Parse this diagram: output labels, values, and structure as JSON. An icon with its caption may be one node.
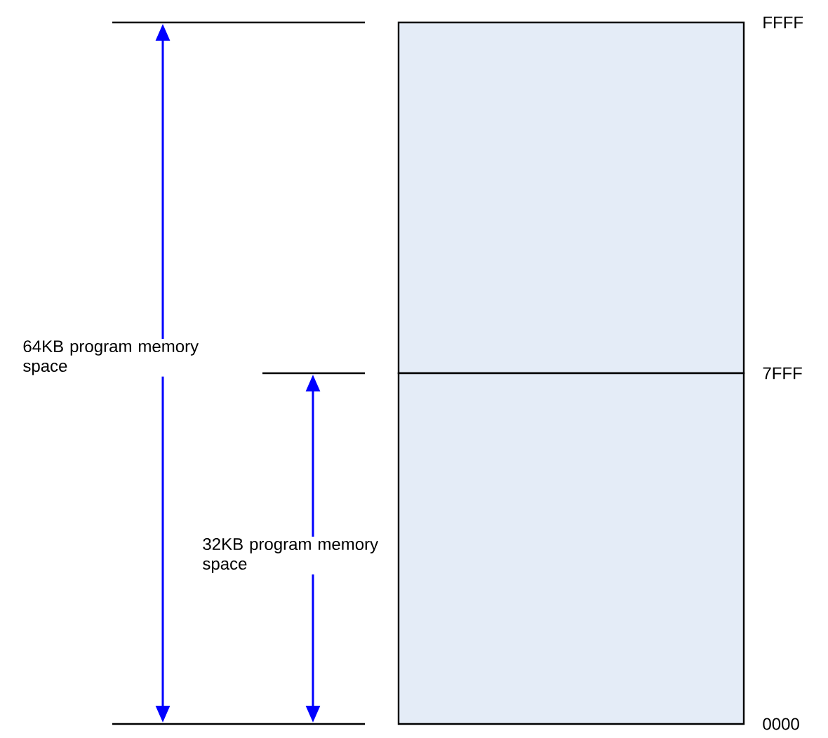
{
  "diagram": {
    "nodes": [
      {
        "text": [],
        "shape": "box"
      },
      {
        "text": [],
        "shape": "box"
      }
    ],
    "labels": [
      "FFFF",
      "64KB program memory space",
      "7FFF",
      "32KB program memory space",
      "0000"
    ]
  }
}
